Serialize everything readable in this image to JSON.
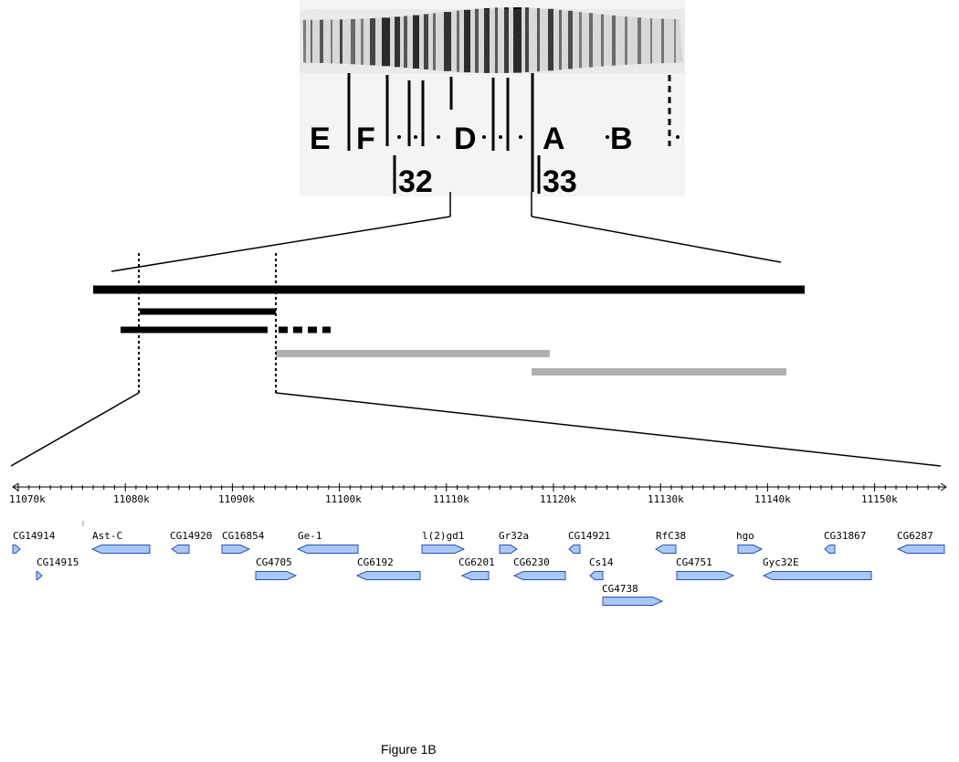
{
  "chromosome_map": {
    "division_letters": [
      "E",
      "F",
      "D",
      "A",
      "B"
    ],
    "division_numbers": [
      "32",
      "33"
    ]
  },
  "axis": {
    "ticks": [
      "11070k",
      "11080k",
      "11090k",
      "11100k",
      "11110k",
      "11120k",
      "11130k",
      "11140k",
      "11150k"
    ]
  },
  "genes": [
    {
      "name": "CG14914",
      "strand": "+"
    },
    {
      "name": "CG14915",
      "strand": "+"
    },
    {
      "name": "Ast-C",
      "strand": "-"
    },
    {
      "name": "CG14920",
      "strand": "-"
    },
    {
      "name": "CG16854",
      "strand": "+"
    },
    {
      "name": "CG4705",
      "strand": "+"
    },
    {
      "name": "Ge-1",
      "strand": "-"
    },
    {
      "name": "CG6192",
      "strand": "-"
    },
    {
      "name": "l(2)gd1",
      "strand": "+"
    },
    {
      "name": "CG6201",
      "strand": "-"
    },
    {
      "name": "Gr32a",
      "strand": "+"
    },
    {
      "name": "CG6230",
      "strand": "-"
    },
    {
      "name": "CG14921",
      "strand": "-"
    },
    {
      "name": "Cs14",
      "strand": "-"
    },
    {
      "name": "CG4738",
      "strand": "+"
    },
    {
      "name": "RfC38",
      "strand": "-"
    },
    {
      "name": "CG4751",
      "strand": "+"
    },
    {
      "name": "hgo",
      "strand": "+"
    },
    {
      "name": "Gyc32E",
      "strand": "-"
    },
    {
      "name": "CG31867",
      "strand": "-"
    },
    {
      "name": "CG6287",
      "strand": "-"
    }
  ],
  "colors": {
    "gene_fill": "#a8c8f8",
    "gene_stroke": "#2a4fb0",
    "gray_bar": "#b0b0b0",
    "black": "#000000"
  },
  "caption": "Figure 1B"
}
